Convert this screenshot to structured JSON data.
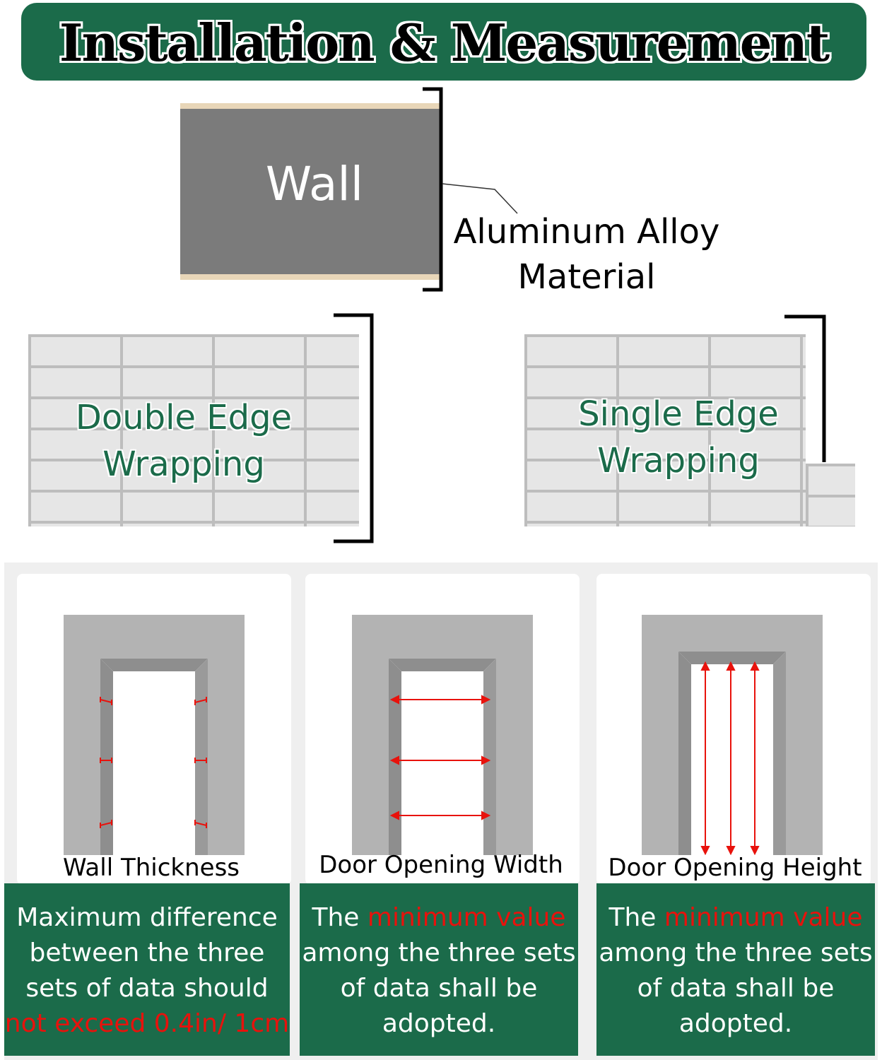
{
  "header": {
    "title": "Installation & Measurement"
  },
  "wall_section": {
    "wall_label": "Wall",
    "material_line1": "Aluminum Alloy",
    "material_line2": "Material"
  },
  "wrapping": {
    "double": {
      "line1": "Double Edge",
      "line2": "Wrapping"
    },
    "single": {
      "line1": "Single Edge",
      "line2": "Wrapping"
    }
  },
  "measurements": [
    {
      "label": "Wall Thickness",
      "text1": "Maximum difference",
      "text2": "between the three",
      "text3": "sets of data should",
      "highlight": "not exceed 0.4in/ 1cm"
    },
    {
      "label": "Door Opening Width",
      "prefix": "The ",
      "highlight": "minimum value",
      "text2": "among the three sets",
      "text3": "of data shall be",
      "text4": "adopted."
    },
    {
      "label": "Door Opening Height",
      "prefix": "The ",
      "highlight": "minimum value",
      "text2": "among the three sets",
      "text3": "of data shall be",
      "text4": "adopted."
    }
  ],
  "colors": {
    "green": "#1b6b4a",
    "red": "#e8120c",
    "wall_grey": "#7b7b7b"
  }
}
